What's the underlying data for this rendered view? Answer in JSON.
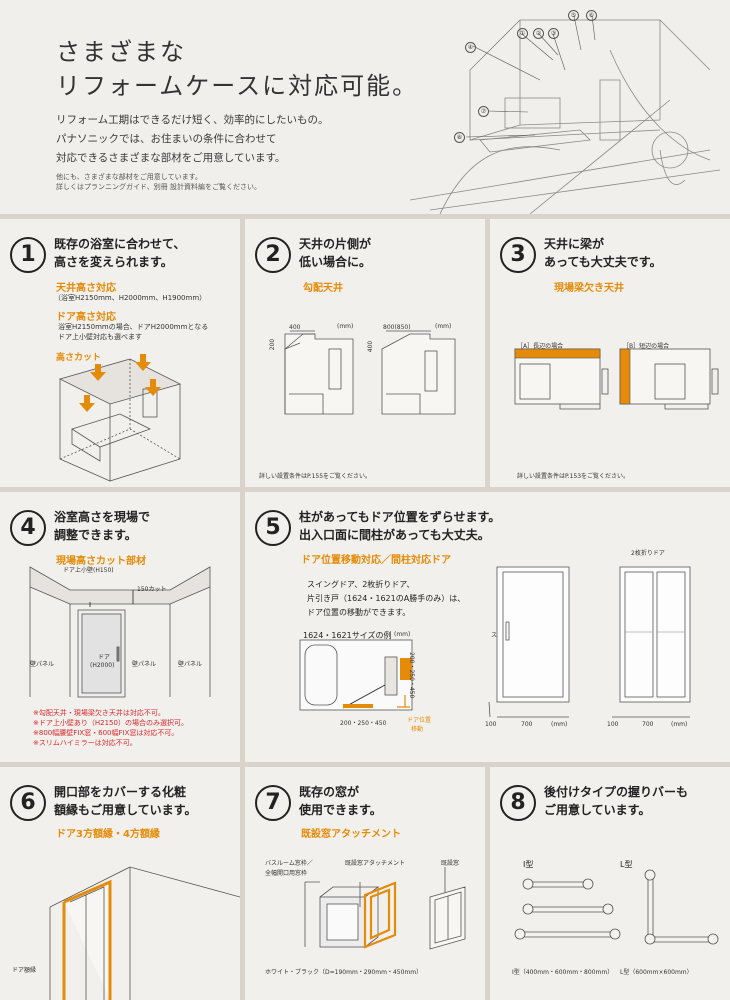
{
  "hero": {
    "title_line1": "さまざまな",
    "title_line2": "リフォームケースに対応可能。",
    "body": [
      "リフォーム工期はできるだけ短く、効率的にしたいもの。",
      "パナソニックでは、お住まいの条件に合わせて",
      "対応できるさまざまな部材をご用意しています。"
    ],
    "notes": [
      "他にも、さまざまな部材をご用意しています。",
      "詳しくはプランニングガイド、別冊 設計資料編をご覧ください。"
    ],
    "callouts": [
      "①",
      "②",
      "③",
      "④",
      "⑤",
      "⑥",
      "⑦",
      "⑧"
    ]
  },
  "panels": {
    "p1": {
      "number": "1",
      "title": [
        "既存の浴室に合わせて、",
        "高さを変えられます。"
      ],
      "item1_title": "天井高さ対応",
      "item1_desc": "（浴室H2150mm、H2000mm、H1900mm）",
      "item2_title": "ドア高さ対応",
      "item2_desc": [
        "浴室H2150mmの場合、ドアH2000mmとなる",
        "ドア上小壁対応も選べます"
      ],
      "cut_label": "高さカット"
    },
    "p2": {
      "number": "2",
      "title": [
        "天井の片側が",
        "低い場合に。"
      ],
      "subtitle": "勾配天井",
      "dims": [
        "400",
        "(mm)",
        "200",
        "800(850)",
        "(mm)",
        "400"
      ],
      "note": "詳しい設置条件はP.155をご覧ください。"
    },
    "p3": {
      "number": "3",
      "title": [
        "天井に梁が",
        "あっても大丈夫です。"
      ],
      "subtitle": "現場梁欠き天井",
      "case_a": "［A］長辺の場合",
      "case_b": "［B］短辺の場合",
      "note": "詳しい設置条件はP.153をご覧ください。"
    },
    "p4": {
      "number": "4",
      "title": [
        "浴室高さを現場で",
        "調整できます。"
      ],
      "subtitle": "現場高さカット部材",
      "door_top": "ドア上小壁(H150)",
      "cut150": "150カット",
      "wall_left": "壁パネル",
      "wall_mid": "壁パネル",
      "wall_right": "壁パネル",
      "door": "ドア",
      "door_h": "(H2000)",
      "notes": [
        "※勾配天井・現場梁欠き天井は対応不可。",
        "※ドア上小壁あり（H2150）の場合のみ選択可。",
        "※800幅腰壁FIX窓・600幅FIX窓は対応不可。",
        "※スリムハイミラーは対応不可。"
      ]
    },
    "p5": {
      "number": "5",
      "title": [
        "柱があってもドア位置をずらせます。",
        "出入口面に間柱があっても大丈夫。"
      ],
      "subtitle": "ドア位置移動対応／間柱対応ドア",
      "desc": [
        "スイングドア、2枚折りドア、",
        "片引き戸（1624・1621のA勝手のみ）は、",
        "ドア位置の移動ができます。"
      ],
      "example": "1624・1621サイズの例",
      "example_unit": "(mm)",
      "dim_side": "200・250・450",
      "dim_bottom": "200・250・450",
      "move_label": [
        "ドア位置",
        "移動"
      ],
      "swing_label": "スイングドア",
      "fold_label": "2枚折りドア",
      "dim100": "100",
      "dim700": "700",
      "dim_unit": "(mm)"
    },
    "p6": {
      "number": "6",
      "title": [
        "開口部をカバーする化粧",
        "額縁もご用意しています。"
      ],
      "subtitle": "ドア3方額縁・4方額縁",
      "frame_label": "ドア額縁"
    },
    "p7": {
      "number": "7",
      "title": [
        "既存の窓が",
        "使用できます。"
      ],
      "subtitle": "既設窓アタッチメント",
      "label1": [
        "バスルーム窓枠／",
        "全幅開口用窓枠"
      ],
      "label2": "既設窓アタッチメント",
      "label3": "既設窓",
      "note": "ホワイト・ブラック（D=190mm・290mm・450mm）"
    },
    "p8": {
      "number": "8",
      "title": [
        "後付けタイプの握りバーも",
        "ご用意しています。"
      ],
      "i_type": "I型",
      "l_type": "L型",
      "i_note": "I型（400mm・600mm・800mm）",
      "l_note": "L型（600mm×600mm）"
    }
  },
  "colors": {
    "accent": "#e58b0a",
    "warning": "#d8262b",
    "panel_bg": "#f2f0ec",
    "page_bg": "#d9d3cb"
  }
}
